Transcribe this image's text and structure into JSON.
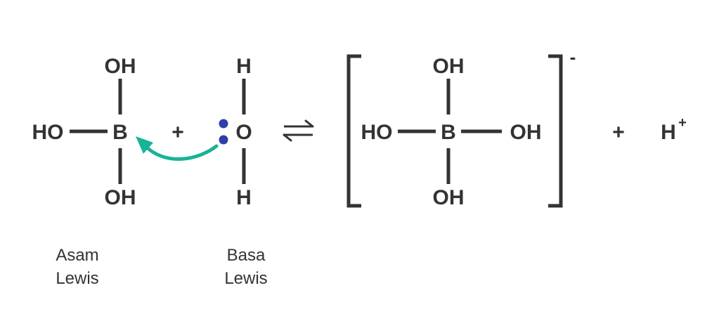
{
  "colors": {
    "text": "#333333",
    "arrow": "#19b395",
    "electron": "#2f3fa8"
  },
  "reactant_acid": {
    "top": "OH",
    "left": "HO",
    "center": "B",
    "bottom": "OH"
  },
  "plus_1": "+",
  "reactant_base": {
    "top": "H",
    "center": "O",
    "bottom": "H"
  },
  "equilibrium_icon": "equilibrium-harpoons-icon",
  "product_complex": {
    "top": "OH",
    "left": "HO",
    "center": "B",
    "right": "OH",
    "bottom": "OH",
    "charge": "-"
  },
  "plus_2": "+",
  "product_ion": {
    "symbol": "H",
    "charge": "+"
  },
  "captions": {
    "acid_line1": "Asam",
    "acid_line2": "Lewis",
    "base_line1": "Basa",
    "base_line2": "Lewis"
  }
}
